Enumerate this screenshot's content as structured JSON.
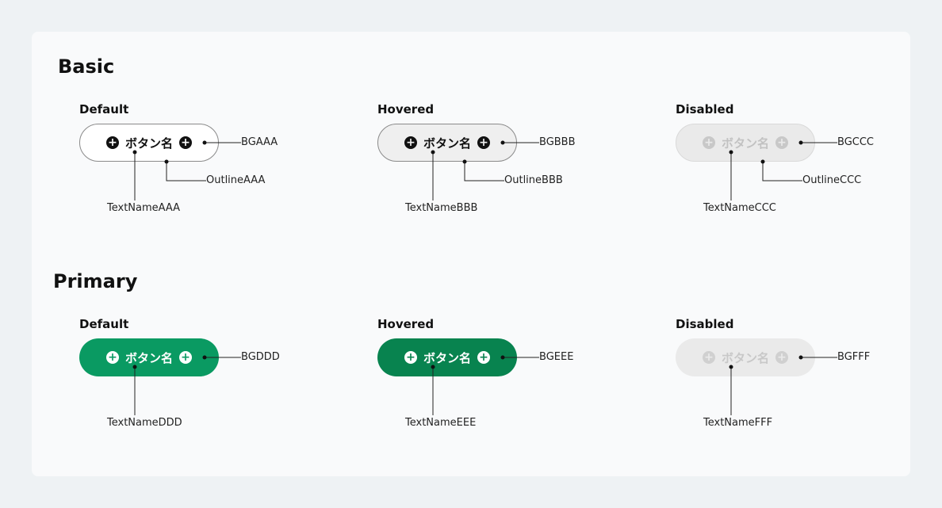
{
  "sections": [
    {
      "title": "Basic",
      "states": [
        {
          "label": "Default",
          "button": "ボタン名",
          "bg": "BGAAA",
          "outline": "OutlineAAA",
          "text": "TextNameAAA"
        },
        {
          "label": "Hovered",
          "button": "ボタン名",
          "bg": "BGBBB",
          "outline": "OutlineBBB",
          "text": "TextNameBBB"
        },
        {
          "label": "Disabled",
          "button": "ボタン名",
          "bg": "BGCCC",
          "outline": "OutlineCCC",
          "text": "TextNameCCC"
        }
      ]
    },
    {
      "title": "Primary",
      "states": [
        {
          "label": "Default",
          "button": "ボタン名",
          "bg": "BGDDD",
          "text": "TextNameDDD"
        },
        {
          "label": "Hovered",
          "button": "ボタン名",
          "bg": "BGEEE",
          "text": "TextNameEEE"
        },
        {
          "label": "Disabled",
          "button": "ボタン名",
          "bg": "BGFFF",
          "text": "TextNameFFF"
        }
      ]
    }
  ],
  "colors": {
    "primary": "#0a9a62",
    "primary_hover": "#08834f",
    "disabled_bg": "#eaeaea",
    "outline": "#8a8a8a"
  },
  "icons": {
    "button_icon": "plus-circle-icon"
  }
}
